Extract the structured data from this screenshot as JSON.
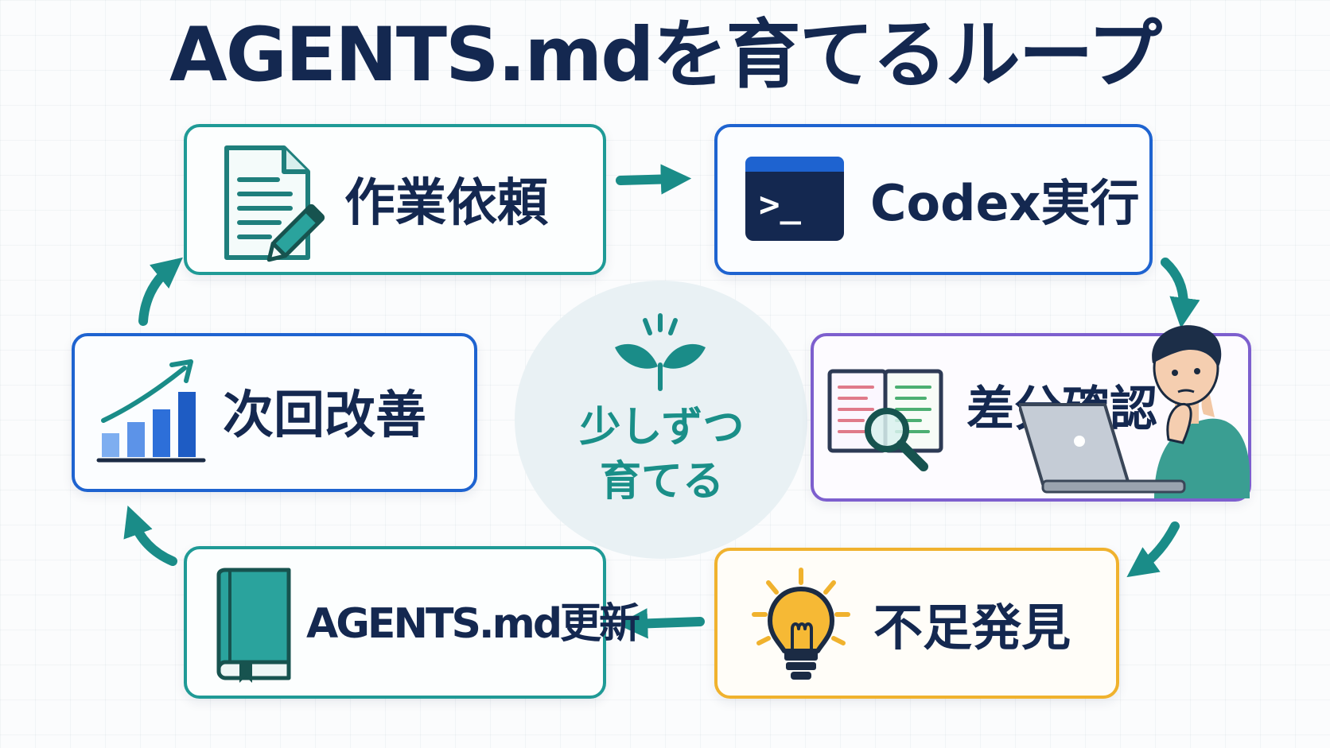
{
  "title": "AGENTS.mdを育てるループ",
  "center": {
    "line1": "少しずつ",
    "line2": "育てる"
  },
  "steps": {
    "request": {
      "label": "作業依頼",
      "icon": "document-pencil-icon"
    },
    "execute": {
      "label": "Codex実行",
      "icon": "terminal-icon",
      "terminal_prompt": ">_"
    },
    "review": {
      "label": "差分確認",
      "icon": "diff-magnifier-icon"
    },
    "discover": {
      "label": "不足発見",
      "icon": "lightbulb-icon"
    },
    "update": {
      "label": "AGENTS.md更新",
      "icon": "book-icon"
    },
    "improve": {
      "label": "次回改善",
      "icon": "growth-chart-icon"
    }
  },
  "colors": {
    "navy": "#142850",
    "teal": "#1f9a96",
    "blue": "#1e63d0",
    "purple": "#7d5fce",
    "amber": "#f0b22e",
    "arrow": "#1a8c88"
  }
}
